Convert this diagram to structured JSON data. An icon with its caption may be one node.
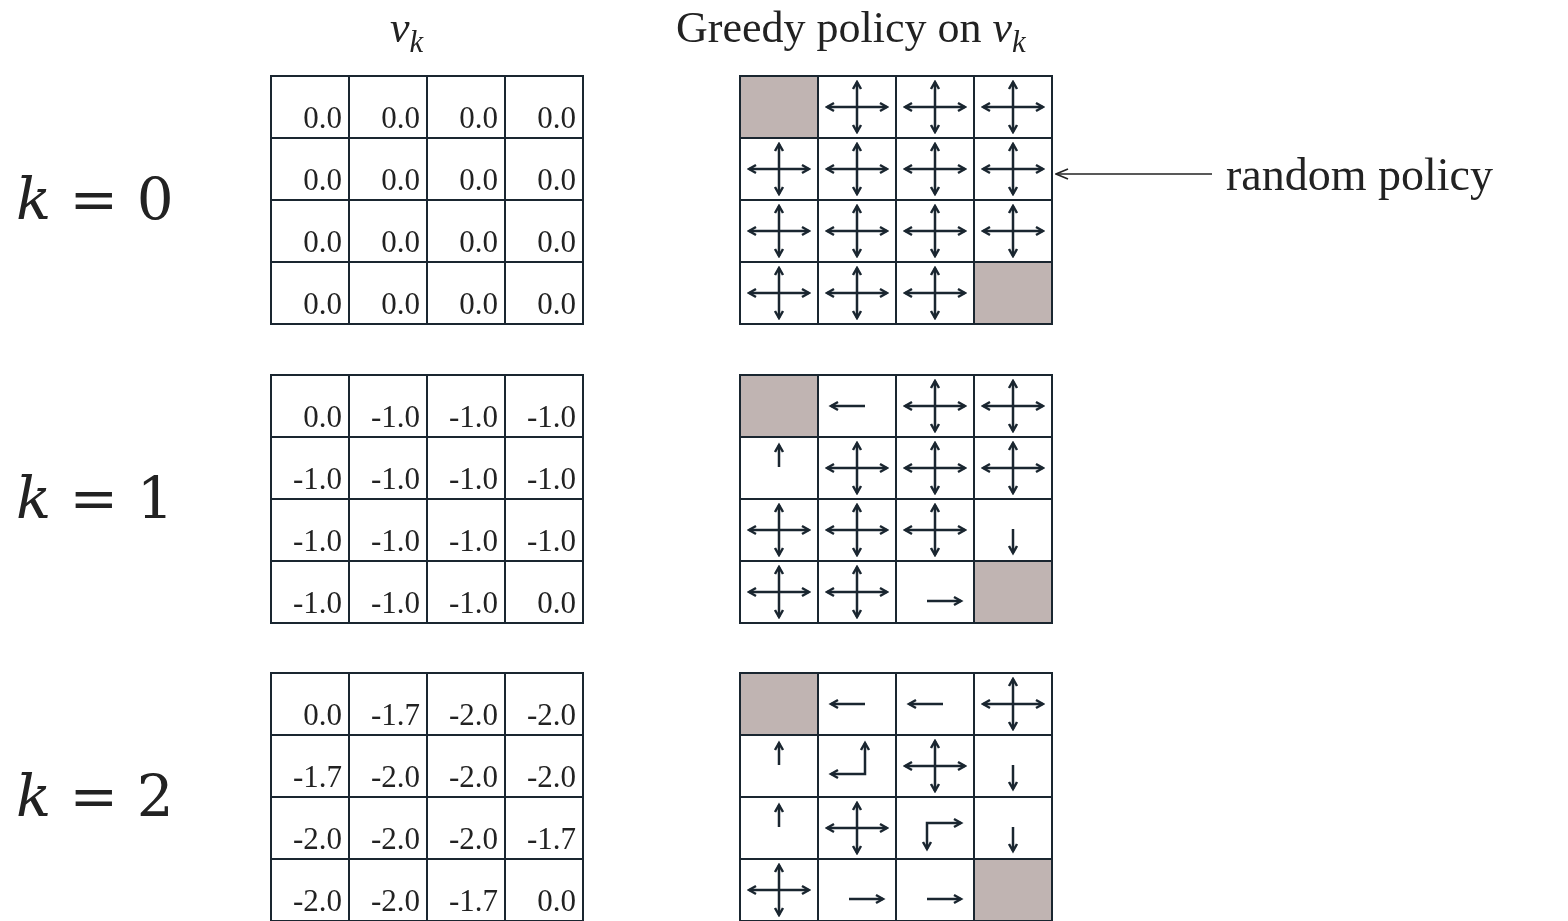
{
  "diagram": {
    "nodes": [
      {
        "text": [
          "0.0",
          "0.0",
          "0.0",
          "0.0",
          "0.0",
          "0.0",
          "0.0",
          "0.0",
          "0.0",
          "0.0",
          "0.0",
          "0.0",
          "0.0",
          "0.0",
          "0.0",
          "0.0"
        ]
      },
      {
        "text": [],
        "shape": "box"
      },
      {
        "text": [
          "random policy"
        ]
      },
      {
        "text": [
          "0.0",
          "-1.0",
          "-1.0",
          "-1.0",
          "-1.0",
          "-1.0",
          "-1.0",
          "-1.0",
          "-1.0",
          "-1.0",
          "-1.0",
          "-1.0",
          "-1.0",
          "-1.0",
          "-1.0",
          "0.0"
        ]
      },
      {
        "text": [],
        "shape": "box"
      },
      {
        "text": [
          "0.0",
          "-1.7",
          "-2.0",
          "-2.0",
          "-1.7",
          "-2.0",
          "-2.0",
          "-2.0",
          "-2.0",
          "-2.0",
          "-2.0",
          "-1.7",
          "-2.0",
          "-2.0",
          "-1.7",
          "0.0"
        ]
      },
      {
        "text": [],
        "shape": "box"
      }
    ],
    "edges": [
      {
        "from": 2,
        "to": 1,
        "arrow": "to"
      }
    ],
    "labels": [
      "v$_{k}$",
      "Greedy policy on *v*$_{k}$",
      "*k* = 0",
      "*k* = 1",
      "*k* = 2"
    ]
  }
}
